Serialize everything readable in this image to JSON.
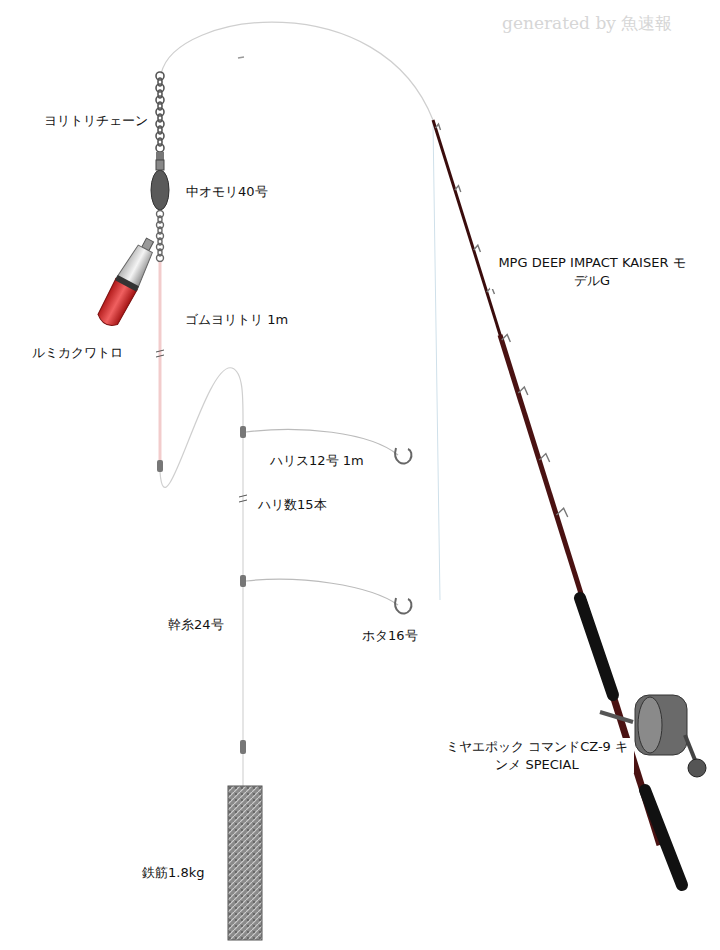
{
  "diagram": {
    "labels": [
      "generated by 魚速報",
      "ヨリトリチェーン",
      "中オモリ40号",
      "ルミカクワトロ",
      "ゴムヨリトリ 1m",
      "ハリス12号 1m",
      "ハリ数15本",
      "幹糸24号",
      "ホタ16号",
      "鉄筋1.8kg",
      "MPG DEEP IMPACT KAISER モデルG",
      "ミヤエポック コマンドCZ-9 キンメ SPECIAL"
    ]
  }
}
